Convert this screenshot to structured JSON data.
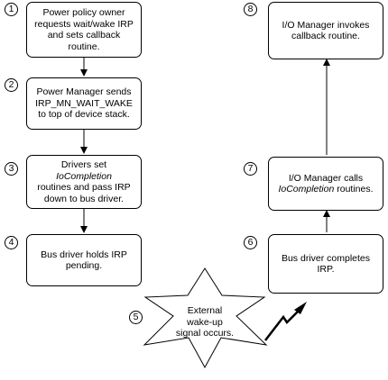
{
  "steps": [
    {
      "num": "1",
      "lines": [
        "Power policy owner",
        "requests wait/wake IRP",
        "and sets callback routine."
      ]
    },
    {
      "num": "2",
      "lines": [
        "Power Manager sends",
        "IRP_MN_WAIT_WAKE",
        "to top of device stack."
      ]
    },
    {
      "num": "3",
      "l1_pre": "Drivers set ",
      "l1_em": "IoCompletion",
      "l2": "routines and pass IRP",
      "l3": "down to bus driver."
    },
    {
      "num": "4",
      "lines": [
        "Bus driver holds IRP",
        "pending."
      ]
    },
    {
      "num": "5",
      "lines": [
        "External",
        "wake-up",
        "signal occurs."
      ]
    },
    {
      "num": "6",
      "lines": [
        "Bus driver completes",
        "IRP."
      ]
    },
    {
      "num": "7",
      "l1": "I/O Manager calls",
      "l2_em": "IoCompletion",
      "l2_post": " routines."
    },
    {
      "num": "8",
      "lines": [
        "I/O Manager invokes",
        "callback routine."
      ]
    }
  ]
}
